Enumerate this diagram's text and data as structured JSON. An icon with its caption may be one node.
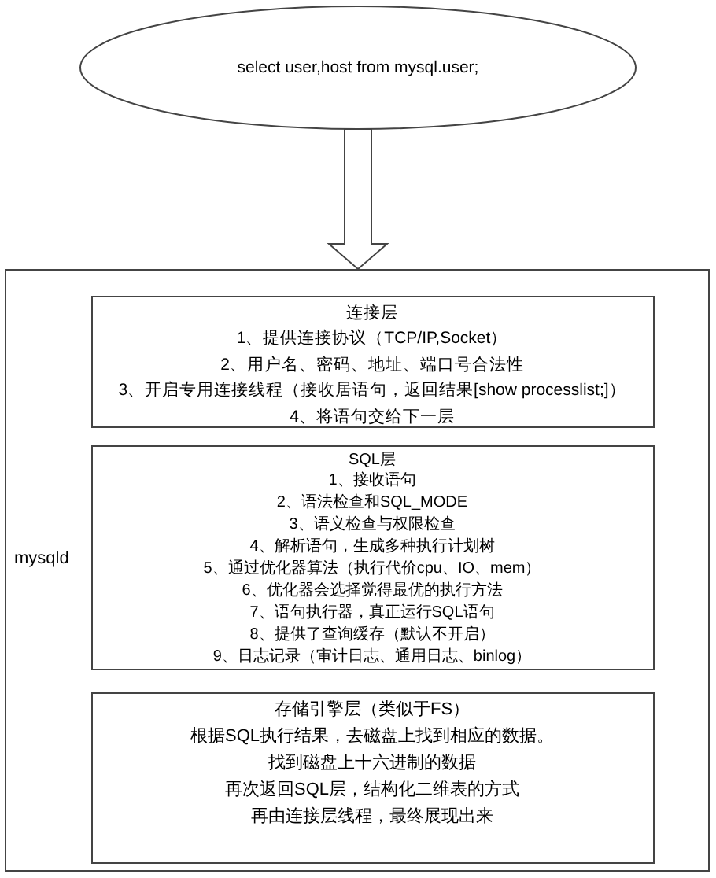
{
  "diagram": {
    "nodes": [
      {
        "text": [
          "select user,host from mysql.user;"
        ]
      },
      {
        "text": [
          "mysqld"
        ]
      },
      {
        "text": [
          "连接层",
          "1、提供连接协议（TCP/IP,Socket）",
          "2、用户名、密码、地址、端口号合法性",
          "3、开启专用连接线程（接收居语句，返回结果[show processlist;]）",
          "4、将语句交给下一层"
        ],
        "in": 1
      },
      {
        "text": [
          "SQL层",
          "1、接收语句",
          "2、语法检查和SQL_MODE",
          "3、语义检查与权限检查",
          "4、解析语句，生成多种执行计划树",
          "5、通过优化器算法（执行代价cpu、IO、mem）",
          "6、优化器会选择觉得最优的执行方法",
          "7、语句执行器，真正运行SQL语句",
          "8、提供了查询缓存（默认不开启）",
          "9、日志记录（审计日志、通用日志、binlog）"
        ],
        "in": 1
      },
      {
        "text": [
          "存储引擎层（类似于FS）",
          "根据SQL执行结果，去磁盘上找到相应的数据。",
          "找到磁盘上十六进制的数据",
          "再次返回SQL层，结构化二维表的方式",
          "再由连接层线程，最终展现出来"
        ],
        "in": 1
      }
    ],
    "edges": [
      {
        "from": 0,
        "to": 1,
        "arrow": "to"
      }
    ]
  }
}
